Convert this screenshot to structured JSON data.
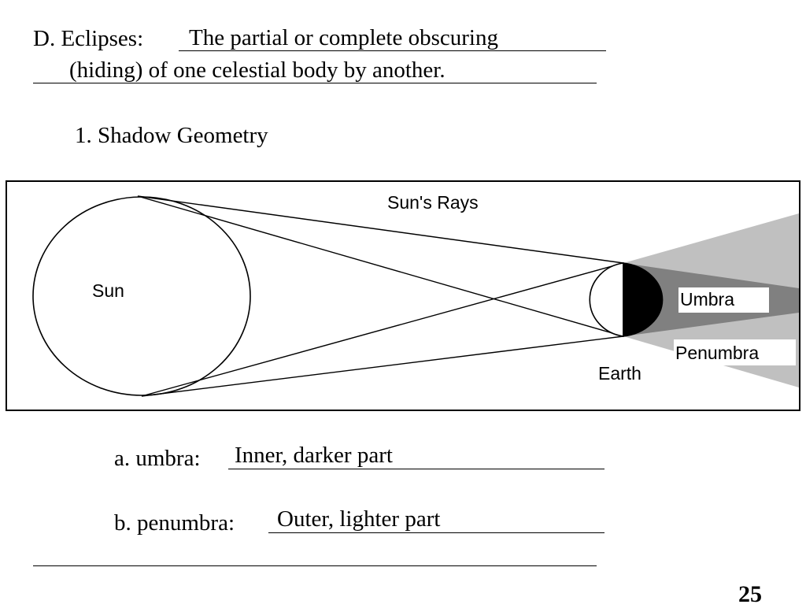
{
  "heading": {
    "label": "D.  Eclipses:",
    "definition_line1": "The partial or complete obscuring",
    "definition_line2": "(hiding) of one celestial body by another."
  },
  "subheading": "1.  Shadow Geometry",
  "diagram": {
    "labels": {
      "sun": "Sun",
      "rays": "Sun's Rays",
      "earth": "Earth",
      "umbra": "Umbra",
      "penumbra": "Penumbra"
    },
    "colors": {
      "umbra": "#808080",
      "penumbra": "#c0c0c0",
      "earth_night": "#000000",
      "outline": "#000000"
    }
  },
  "items": [
    {
      "label": "a.  umbra:",
      "answer": "Inner, darker part"
    },
    {
      "label": "b.  penumbra:",
      "answer": "Outer, lighter part"
    }
  ],
  "page_number": "25"
}
